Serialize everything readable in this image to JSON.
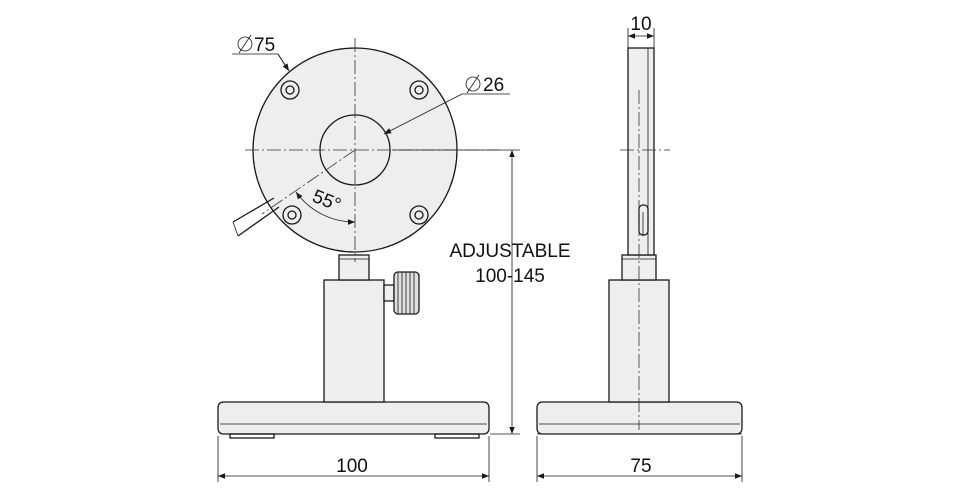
{
  "labels": {
    "outer_diameter": "75",
    "bore_diameter": "26",
    "angle": "55°",
    "adjustable_line1": "ADJUSTABLE",
    "adjustable_line2": "100-145",
    "base_width": "100",
    "base_depth": "75",
    "plate_thickness": "10"
  },
  "colors": {
    "line": "#1a1a1a",
    "fill": "#eeeeee",
    "background": "#ffffff"
  }
}
